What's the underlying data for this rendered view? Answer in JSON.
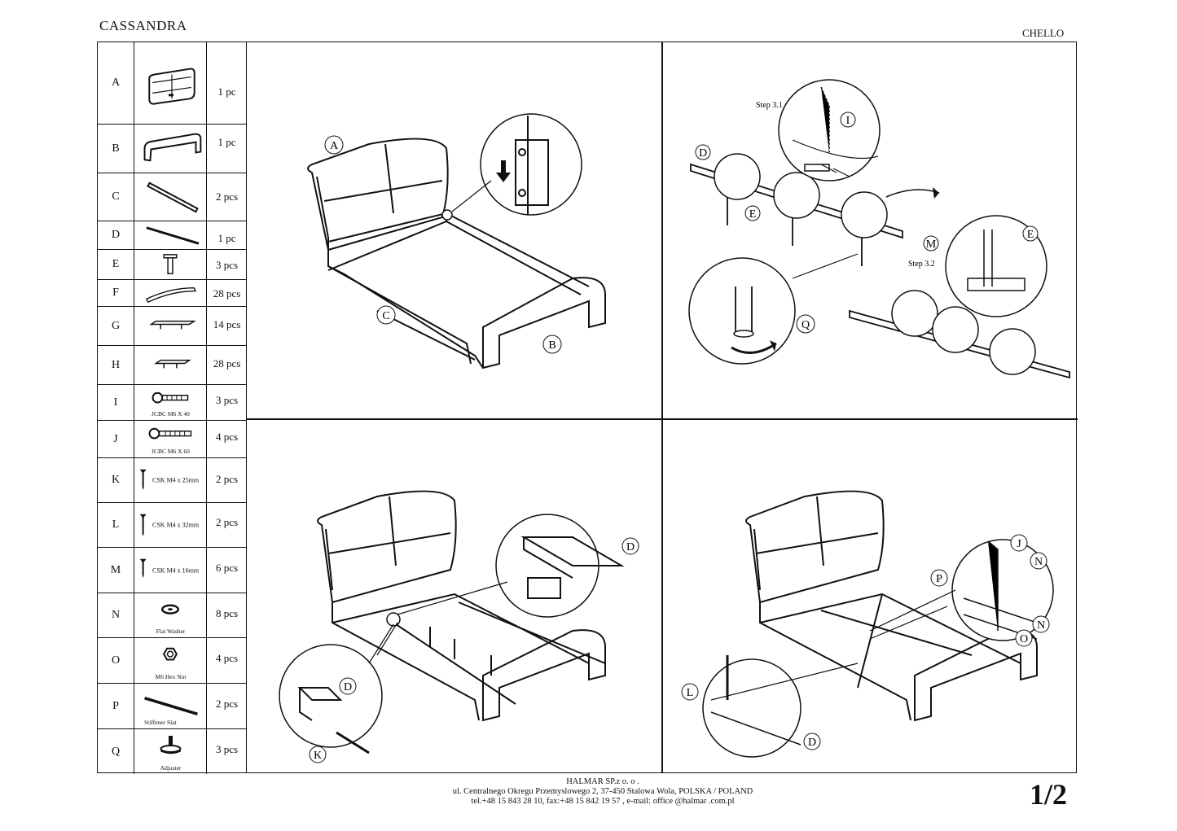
{
  "header": {
    "left_title": "CASSANDRA",
    "right_title": "CHELLO"
  },
  "parts": [
    {
      "letter": "A",
      "qty": "1 pc",
      "caption": "",
      "icon": "headboard-icon"
    },
    {
      "letter": "B",
      "qty": "1 pc",
      "caption": "",
      "icon": "footboard-icon"
    },
    {
      "letter": "C",
      "qty": "2 pcs",
      "caption": "",
      "icon": "side-rail-icon"
    },
    {
      "letter": "D",
      "qty": "1 pc",
      "caption": "",
      "icon": "center-beam-icon"
    },
    {
      "letter": "E",
      "qty": "3 pcs",
      "caption": "",
      "icon": "leg-icon"
    },
    {
      "letter": "F",
      "qty": "28 pcs",
      "caption": "",
      "icon": "slat-icon"
    },
    {
      "letter": "G",
      "qty": "14 pcs",
      "caption": "",
      "icon": "slat-holder-double-icon"
    },
    {
      "letter": "H",
      "qty": "28 pcs",
      "caption": "",
      "icon": "slat-holder-single-icon"
    },
    {
      "letter": "I",
      "qty": "3 pcs",
      "caption": "JCBC M6 X 40",
      "icon": "bolt-icon"
    },
    {
      "letter": "J",
      "qty": "4 pcs",
      "caption": "JCBC M6 X 60",
      "icon": "bolt-long-icon"
    },
    {
      "letter": "K",
      "qty": "2 pcs",
      "caption": "CSK M4 x 25mm",
      "icon": "screw-icon"
    },
    {
      "letter": "L",
      "qty": "2 pcs",
      "caption": "CSK M4 x 32mm",
      "icon": "screw-icon"
    },
    {
      "letter": "M",
      "qty": "6 pcs",
      "caption": "CSK M4 x 16mm",
      "icon": "screw-icon"
    },
    {
      "letter": "N",
      "qty": "8 pcs",
      "caption": "Flat Washer",
      "icon": "washer-icon"
    },
    {
      "letter": "O",
      "qty": "4 pcs",
      "caption": "M6 Hex Nut",
      "icon": "hex-nut-icon"
    },
    {
      "letter": "P",
      "qty": "2 pcs",
      "caption": "Stiffener Slat",
      "icon": "stiffener-slat-icon"
    },
    {
      "letter": "Q",
      "qty": "3 pcs",
      "caption": "Adjuster",
      "icon": "adjuster-icon"
    }
  ],
  "steps": {
    "step1": {
      "callouts": [
        "A",
        "B",
        "C"
      ]
    },
    "step3": {
      "step_3_1": "Step 3.1",
      "step_3_2": "Step 3.2",
      "callouts": [
        "D",
        "I",
        "E",
        "M",
        "E",
        "Q"
      ]
    },
    "step2": {
      "callouts": [
        "D",
        "D",
        "K"
      ]
    },
    "step4": {
      "callouts": [
        "J",
        "N",
        "P",
        "N",
        "O",
        "L",
        "D"
      ]
    }
  },
  "footer": {
    "company": "HALMAR SP.z o. o .",
    "address": "ul. Centralnego Okregu Przemyslowego 2, 37-450 Stalowa Wola, POLSKA / POLAND",
    "contact": "tel.+48 15 843 28 10, fax:+48 15 842 19 57 , e-mail: office @halmar .com.pl"
  },
  "page_number": "1/2"
}
